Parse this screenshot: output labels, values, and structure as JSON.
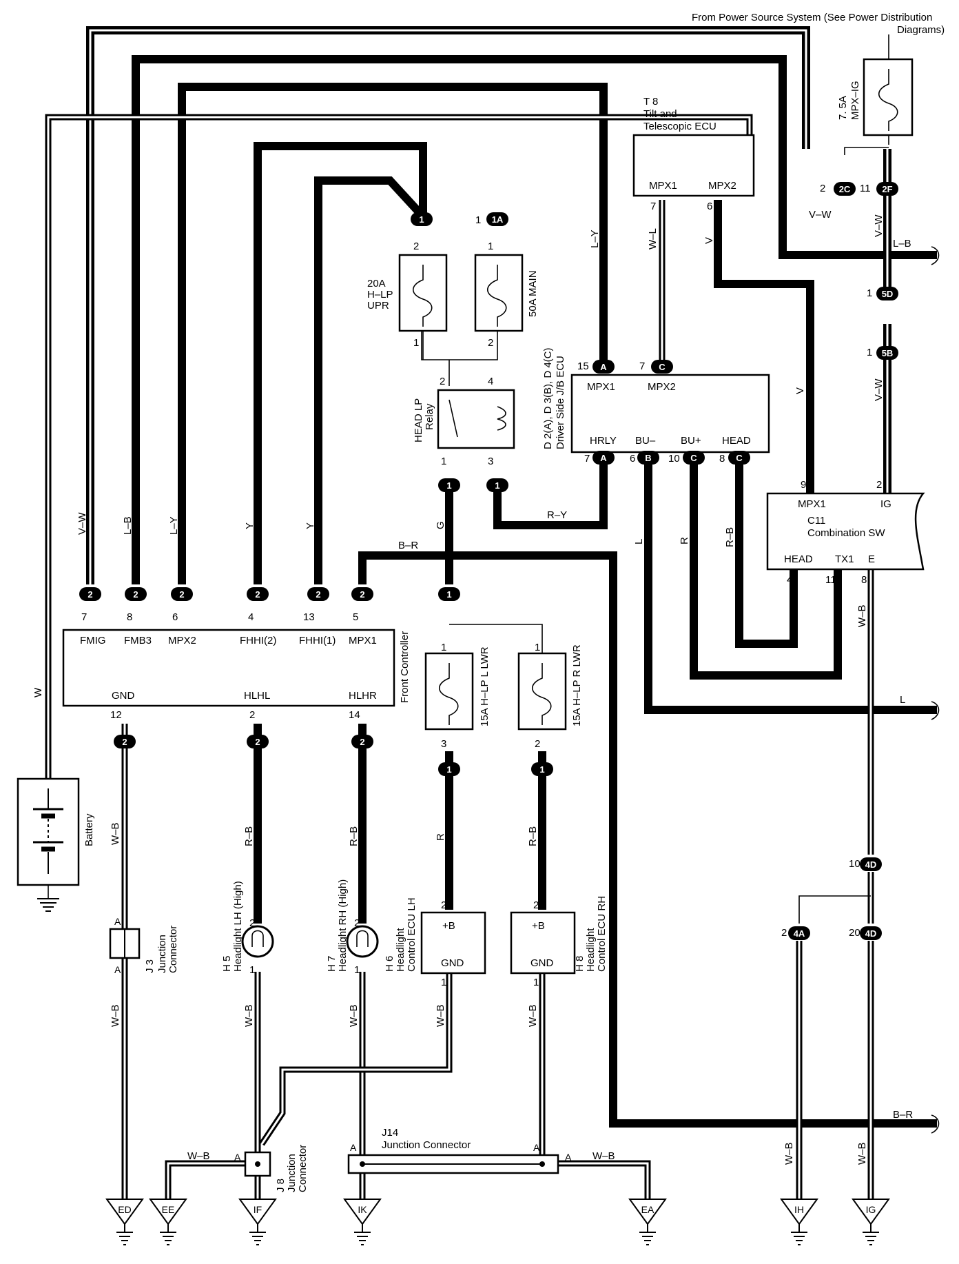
{
  "header": {
    "source_note": "From Power Source System (See Power Distribution",
    "source_note2": "Diagrams)"
  },
  "fuses": {
    "mpx_ig": {
      "amp": "7. 5A",
      "name": "MPX–IG"
    },
    "h_lp_upr": {
      "amp": "20A",
      "name1": "H–LP",
      "name2": "UPR"
    },
    "main": {
      "label": "50A MAIN"
    },
    "h_lp_l_lwr": {
      "label": "15A H–LP L LWR"
    },
    "h_lp_r_lwr": {
      "label": "15A H–LP R LWR"
    }
  },
  "relay": {
    "line1": "HEAD LP",
    "line2": "Relay"
  },
  "t8": {
    "id": "T 8",
    "line1": "Tilt and",
    "line2": "Telescopic ECU",
    "pin1": "MPX1",
    "pin2": "MPX2"
  },
  "jb_ecu": {
    "line1": "D 2(A), D 3(B), D 4(C)",
    "line2": "Driver Side J/B ECU",
    "pins_top": [
      "MPX1",
      "MPX2"
    ],
    "pins_bottom": [
      "HRLY",
      "BU–",
      "BU+",
      "HEAD"
    ]
  },
  "combo_sw": {
    "id": "C11",
    "name": "Combination SW",
    "pins_top": [
      "MPX1",
      "IG"
    ],
    "pins_bottom": [
      "HEAD",
      "TX1",
      "E"
    ]
  },
  "front_controller": {
    "name": "Front Controller",
    "pins_top": [
      "FMIG",
      "FMB3",
      "MPX2",
      "FHHI(2)",
      "FHHI(1)",
      "MPX1"
    ],
    "pins_bottom": [
      "GND",
      "HLHL",
      "HLHR"
    ]
  },
  "battery": {
    "label": "Battery"
  },
  "j3": {
    "id": "J 3",
    "line1": "Junction",
    "line2": "Connector"
  },
  "j8": {
    "id": "J 8",
    "line1": "Junction",
    "line2": "Connector"
  },
  "j14": {
    "id": "J14",
    "name": "Junction Connector"
  },
  "h5": {
    "id": "H 5",
    "name": "Headlight LH (High)"
  },
  "h7": {
    "id": "H 7",
    "name": "Headlight RH (High)"
  },
  "h6": {
    "id": "H 6",
    "line1": "Headlight",
    "line2": "Control ECU LH",
    "pin_top": "+B",
    "pin_bottom": "GND"
  },
  "h8": {
    "id": "H 8",
    "line1": "Headlight",
    "line2": "Control ECU RH",
    "pin_top": "+B",
    "pin_bottom": "GND"
  },
  "grounds": [
    "ED",
    "EE",
    "IF",
    "IK",
    "EA",
    "IH",
    "IG"
  ],
  "wire_colors": {
    "v_w": "V–W",
    "l_b": "L–B",
    "l_y": "L–Y",
    "y": "Y",
    "w": "W",
    "w_l": "W–L",
    "v": "V",
    "g": "G",
    "r_y": "R–Y",
    "b_r": "B–R",
    "l": "L",
    "r": "R",
    "r_b": "R–B",
    "w_b": "W–B"
  },
  "connectors": {
    "c1": "1",
    "c1a": "1A",
    "c2": "2",
    "c2c": "2C",
    "c2f": "2F",
    "c5d": "5D",
    "c5b": "5B",
    "ca": "A",
    "cb": "B",
    "cc": "C",
    "c4d": "4D",
    "c4a": "4A"
  },
  "pin_numbers": {
    "n1": "1",
    "n2": "2",
    "n3": "3",
    "n4": "4",
    "n5": "5",
    "n6": "6",
    "n7": "7",
    "n8": "8",
    "n9": "9",
    "n10": "10",
    "n11": "11",
    "n12": "12",
    "n13": "13",
    "n14": "14",
    "n15": "15",
    "n20": "20"
  },
  "letters": {
    "a": "A"
  }
}
